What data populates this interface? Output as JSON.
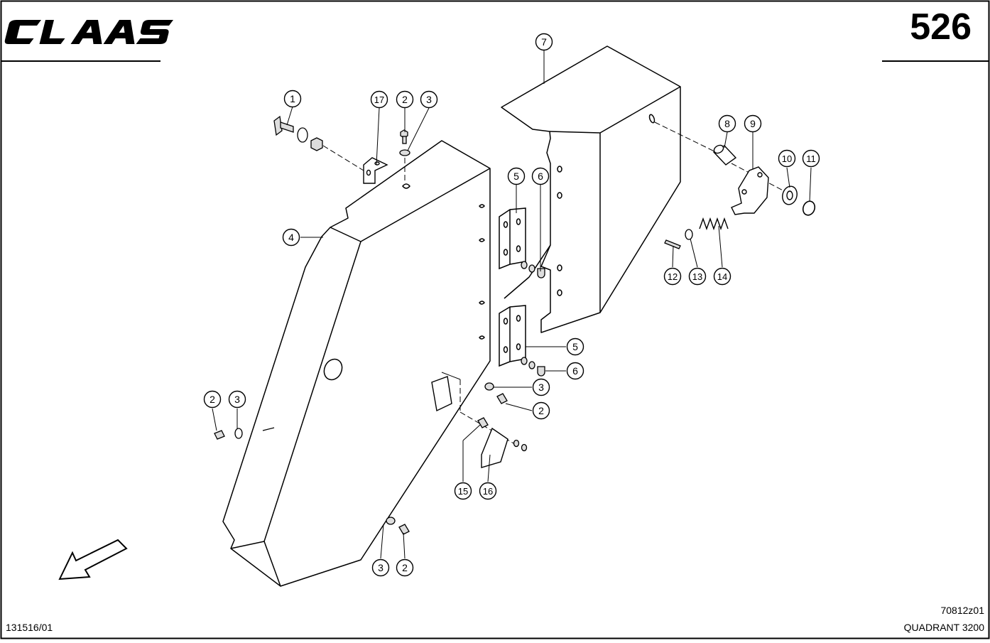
{
  "header": {
    "brand_logo": "CLAAS",
    "page_number": "526"
  },
  "footer": {
    "drawing_id": "70812z01",
    "model": "QUADRANT 3200",
    "sheet_id": "131516/01"
  },
  "callouts": [
    {
      "id": "c1",
      "label": "1"
    },
    {
      "id": "c17",
      "label": "17"
    },
    {
      "id": "c2a",
      "label": "2"
    },
    {
      "id": "c3a",
      "label": "3"
    },
    {
      "id": "c4",
      "label": "4"
    },
    {
      "id": "c7",
      "label": "7"
    },
    {
      "id": "c5a",
      "label": "5"
    },
    {
      "id": "c6a",
      "label": "6"
    },
    {
      "id": "c8",
      "label": "8"
    },
    {
      "id": "c9",
      "label": "9"
    },
    {
      "id": "c10",
      "label": "10"
    },
    {
      "id": "c11",
      "label": "11"
    },
    {
      "id": "c12",
      "label": "12"
    },
    {
      "id": "c13",
      "label": "13"
    },
    {
      "id": "c14",
      "label": "14"
    },
    {
      "id": "c5b",
      "label": "5"
    },
    {
      "id": "c6b",
      "label": "6"
    },
    {
      "id": "c3b",
      "label": "3"
    },
    {
      "id": "c2b",
      "label": "2"
    },
    {
      "id": "c2c",
      "label": "2"
    },
    {
      "id": "c3c",
      "label": "3"
    },
    {
      "id": "c15",
      "label": "15"
    },
    {
      "id": "c16",
      "label": "16"
    },
    {
      "id": "c3d",
      "label": "3"
    },
    {
      "id": "c2d",
      "label": "2"
    }
  ],
  "colors": {
    "line": "#000000",
    "background": "#ffffff",
    "part_fill": "#ffffff",
    "small_part_fill": "#dddddd"
  }
}
